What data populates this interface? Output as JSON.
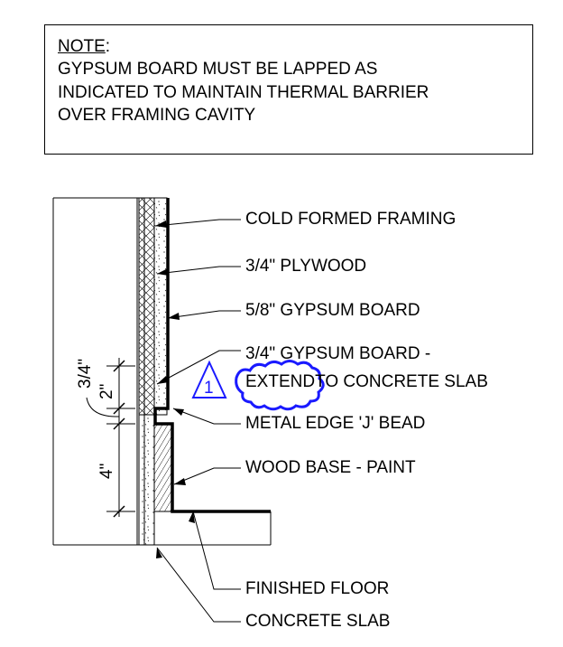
{
  "note": {
    "title": "NOTE",
    "title_suffix": ":",
    "lines": [
      "GYPSUM BOARD MUST BE LAPPED AS",
      "INDICATED TO MAINTAIN THERMAL BARRIER",
      "OVER FRAMING CAVITY"
    ]
  },
  "callouts": {
    "cold_formed_framing": "COLD FORMED FRAMING",
    "plywood": "3/4\" PLYWOOD",
    "gypsum_58": "5/8\" GYPSUM BOARD",
    "gypsum_34_line1": "3/4\" GYPSUM BOARD -",
    "gypsum_34_line2_a": "EXTEND",
    "gypsum_34_line2_b": "TO CONCRETE SLAB",
    "j_bead": "METAL EDGE 'J' BEAD",
    "wood_base": "WOOD BASE - PAINT",
    "finished_floor": "FINISHED FLOOR",
    "concrete_slab": "CONCRETE SLAB"
  },
  "dimensions": {
    "three_quarter": "3/4\"",
    "two": "2\"",
    "four": "4\""
  },
  "revision": {
    "number": "1",
    "color": "#1a1aff"
  }
}
